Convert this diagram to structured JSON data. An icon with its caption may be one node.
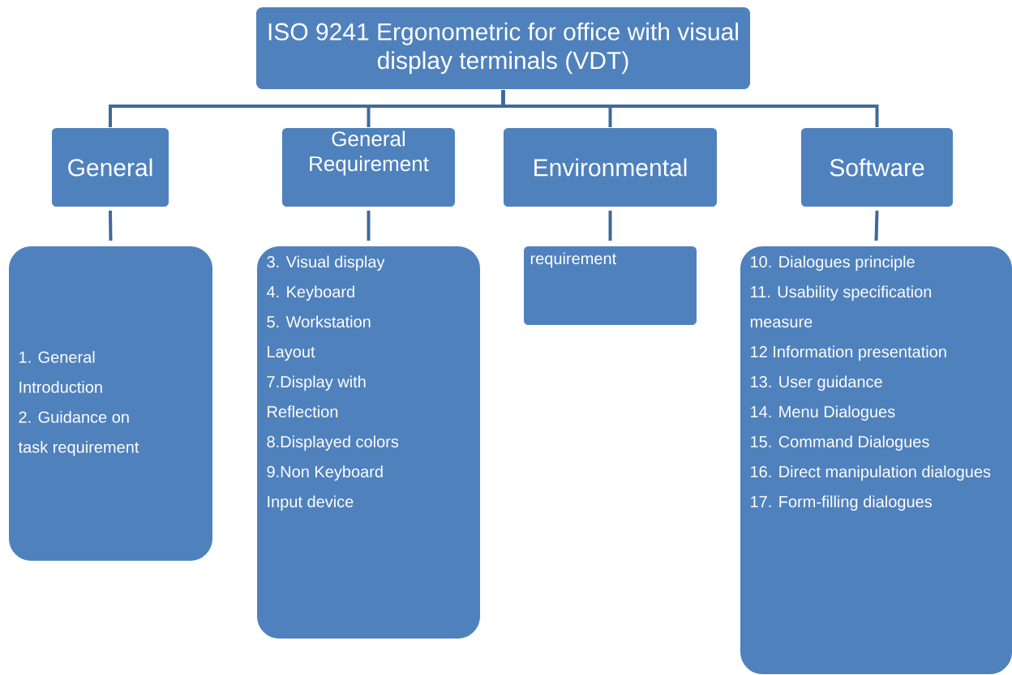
{
  "diagram": {
    "nodes": [
      {
        "text": [
          "ISO 9241 Ergonometric for office with visual display terminals (VDT)"
        ]
      },
      {
        "text": [
          "General"
        ]
      },
      {
        "text": [
          "General Requirement"
        ]
      },
      {
        "text": [
          "Environmental"
        ]
      },
      {
        "text": [
          "Software"
        ]
      },
      {
        "text": [
          "1. General Introduction",
          "2. Guidance on task requirement"
        ]
      },
      {
        "text": [
          "3. Visual display",
          "4. Keyboard",
          "5. Workstation Layout",
          "7.Display with Reflection",
          "8.Displayed colors",
          "9.Non Keyboard Input device"
        ]
      },
      {
        "text": [
          "requirement"
        ]
      },
      {
        "text": [
          "10. Dialogues principle",
          "11.  Usability specification measure",
          "12 Information presentation",
          "13. User guidance",
          "14. Menu Dialogues",
          "15. Command Dialogues",
          "16. Direct manipulation dialogues",
          "17. Form-filling dialogues"
        ]
      }
    ],
    "edges": [
      {
        "from": 0,
        "to": 1,
        "arrow": "none"
      },
      {
        "from": 0,
        "to": 2,
        "arrow": "none"
      },
      {
        "from": 0,
        "to": 3,
        "arrow": "none"
      },
      {
        "from": 0,
        "to": 4,
        "arrow": "none"
      },
      {
        "from": 1,
        "to": 5,
        "arrow": "none"
      },
      {
        "from": 2,
        "to": 6,
        "arrow": "none"
      },
      {
        "from": 3,
        "to": 7,
        "arrow": "none"
      },
      {
        "from": 4,
        "to": 8,
        "arrow": "none"
      }
    ]
  }
}
